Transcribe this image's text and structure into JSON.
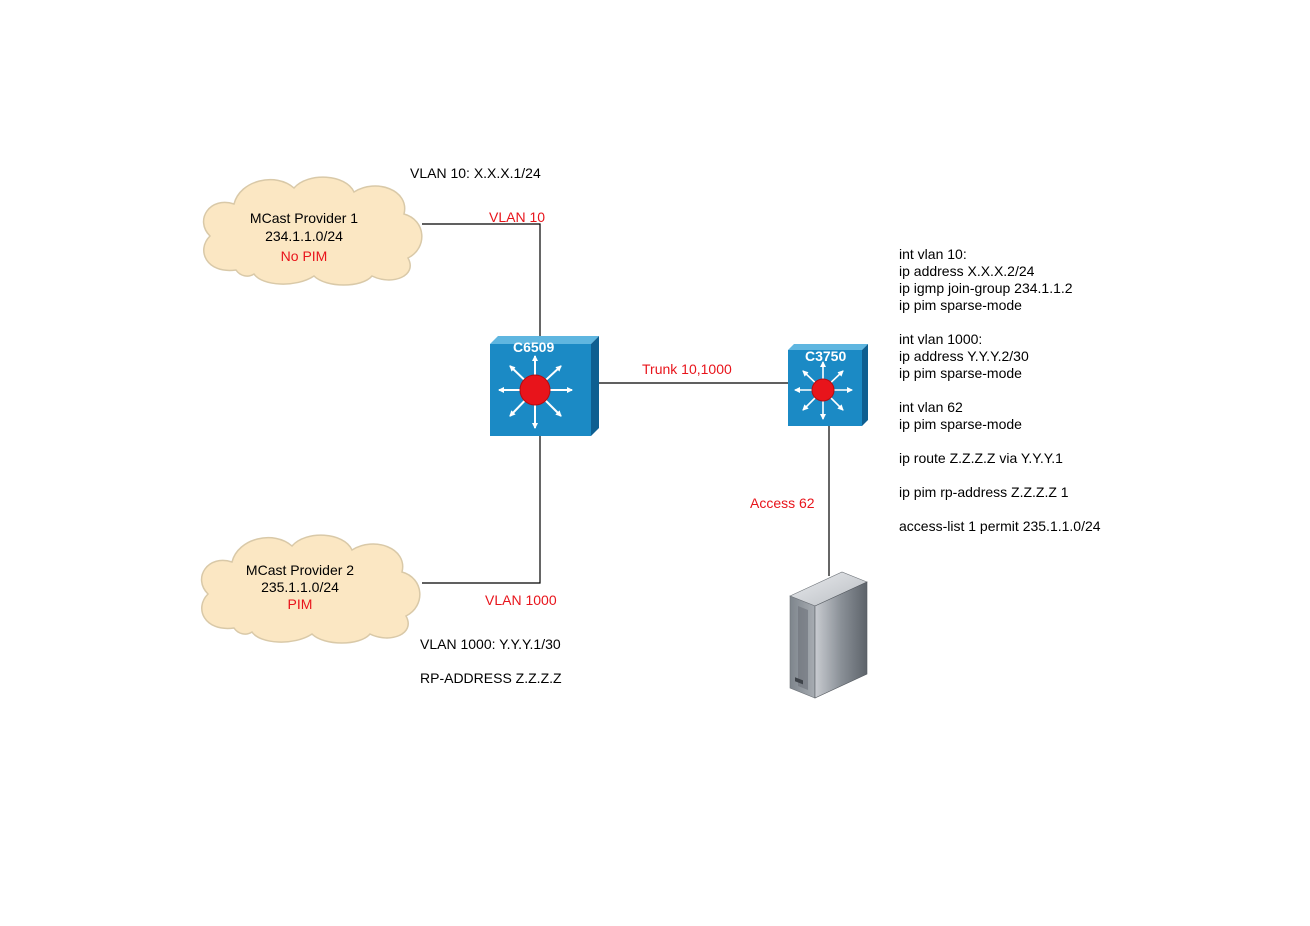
{
  "providers": [
    {
      "name": "MCast Provider 1",
      "subnet": "234.1.1.0/24",
      "pim": "No PIM"
    },
    {
      "name": "MCast Provider 2",
      "subnet": "235.1.1.0/24",
      "pim": "PIM"
    }
  ],
  "switches": {
    "core": "C6509",
    "access": "C3750"
  },
  "links": {
    "vlan10": "VLAN 10",
    "vlan1000": "VLAN 1000",
    "trunk": "Trunk 10,1000",
    "access": "Access 62"
  },
  "notes": {
    "vlan10_addr": "VLAN 10: X.X.X.1/24",
    "vlan1000_addr": "VLAN 1000: Y.Y.Y.1/30",
    "rp_address": "RP-ADDRESS Z.Z.Z.Z"
  },
  "config": {
    "block1": [
      "int vlan 10:",
      "ip address X.X.X.2/24",
      "ip igmp join-group 234.1.1.2",
      "ip pim sparse-mode"
    ],
    "block2": [
      "int vlan 1000:",
      "ip address Y.Y.Y.2/30",
      "ip pim sparse-mode"
    ],
    "block3": [
      "int vlan 62",
      "ip pim sparse-mode"
    ],
    "block4": [
      "ip route Z.Z.Z.Z via Y.Y.Y.1"
    ],
    "block5": [
      "ip pim rp-address Z.Z.Z.Z 1"
    ],
    "block6": [
      "access-list 1 permit 235.1.1.0/24"
    ]
  },
  "colors": {
    "cloud_fill": "#fbe7c3",
    "cloud_stroke": "#d9c9a8",
    "switch_blue": "#1b8ac5",
    "switch_dark": "#0e5f91",
    "red": "#e8141b",
    "link": "#000000"
  },
  "icons": [
    "cloud-icon",
    "layer3-switch-icon",
    "server-icon"
  ]
}
